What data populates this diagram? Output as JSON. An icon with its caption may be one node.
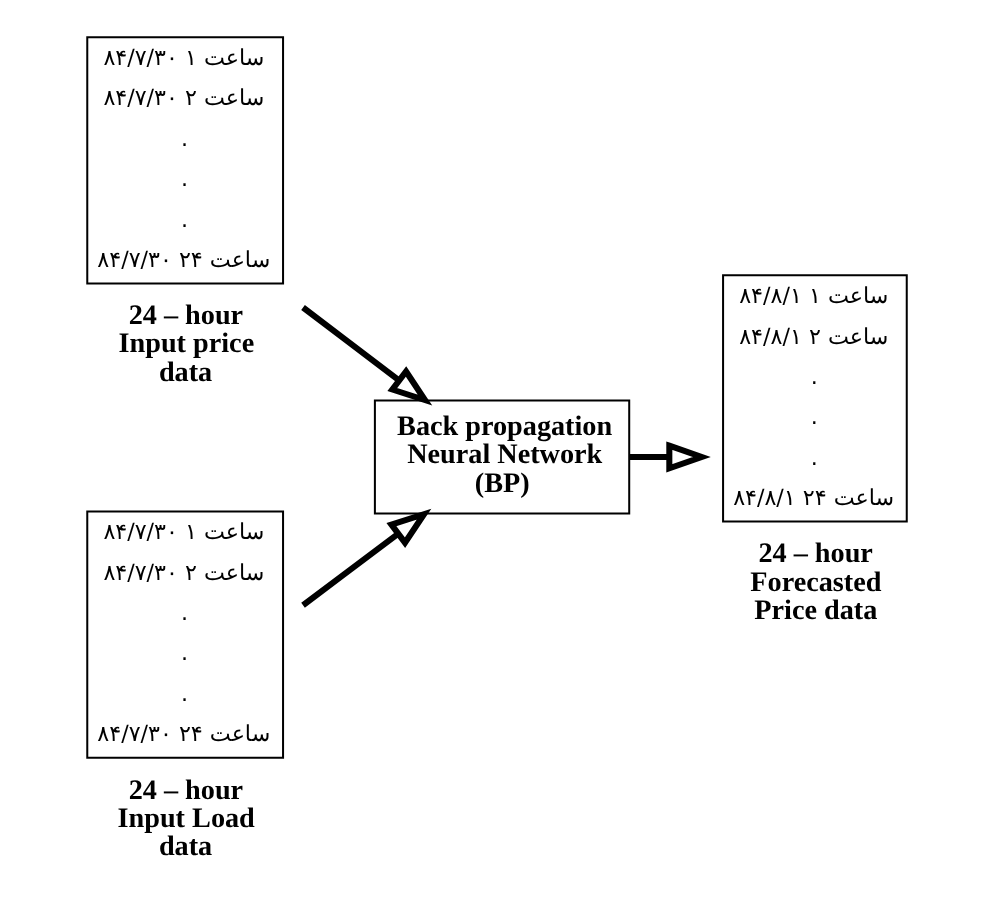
{
  "diagram": {
    "nodes": [
      {
        "text": [
          "۸۴/۷/۳۰ ساعت ۱",
          "۸۴/۷/۳۰ ساعت ۲",
          ".",
          ".",
          ".",
          "۸۴/۷/۳۰ ساعت ۲۴"
        ],
        "beside": [
          "24 – hour Input price data"
        ]
      },
      {
        "text": [
          "Back propagation Neural Network (BP)"
        ]
      },
      {
        "text": [
          "۸۴/۷/۳۰ ساعت ۱",
          "۸۴/۷/۳۰ ساعت ۲",
          ".",
          ".",
          ".",
          "۸۴/۷/۳۰ ساعت ۲۴"
        ],
        "beside": [
          "24 – hour Input Load data"
        ]
      },
      {
        "text": [
          "۸۴/۸/۱ ساعت ۱",
          "۸۴/۸/۱ ساعت ۲",
          ".",
          ".",
          ".",
          "۸۴/۸/۱ ساعت ۲۴"
        ],
        "beside": [
          "24 – hour Forecasted Price data"
        ]
      }
    ],
    "edges": [
      {
        "from": 0,
        "to": 1,
        "arrow": "to"
      },
      {
        "from": 2,
        "to": 1,
        "arrow": "to"
      },
      {
        "from": 1,
        "to": 3,
        "arrow": "to"
      }
    ]
  }
}
